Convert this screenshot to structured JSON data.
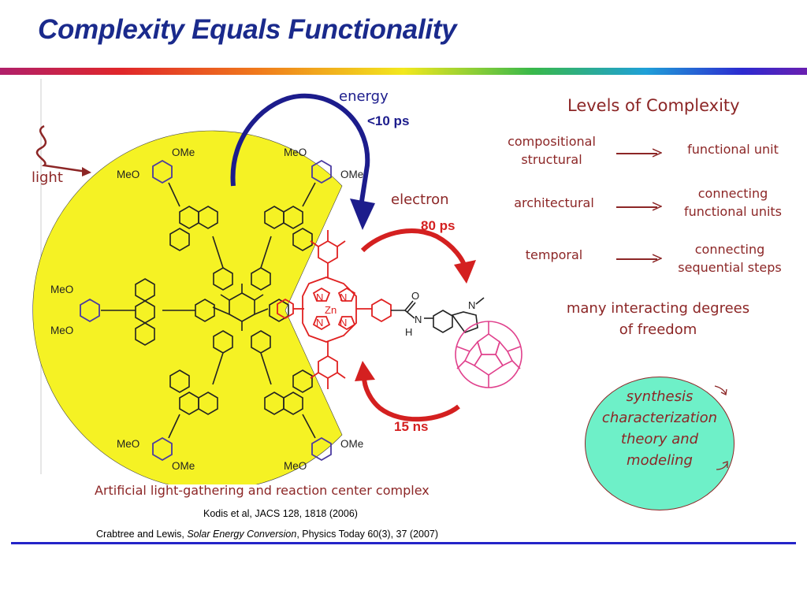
{
  "slide": {
    "title": "Complexity Equals Functionality"
  },
  "figure": {
    "light_label": "light",
    "energy_label": "energy",
    "energy_rate": "<10 ps",
    "electron_label": "electron",
    "electron_rate": "80 ps",
    "back_rate": "15 ns",
    "caption": "Artificial light-gathering and reaction center complex",
    "molecule_labels": {
      "ome": "OMe",
      "meo": "MeO",
      "zn": "Zn",
      "n": "N",
      "o": "O",
      "h": "H"
    },
    "colors": {
      "antenna_fill": "#f5f224",
      "energy_arrow": "#1c1c8c",
      "electron_arrow": "#d42020",
      "porphyrin": "#e02020",
      "fullerene": "#e0408c",
      "rate_text": "#d42020",
      "energy_rate_text": "#1c1c8c"
    }
  },
  "levels": {
    "heading": "Levels of Complexity",
    "rows": [
      {
        "left": "compositional\nstructural",
        "right": "functional unit"
      },
      {
        "left": "architectural",
        "right": "connecting\nfunctional units"
      },
      {
        "left": "temporal",
        "right": "connecting\nsequential steps"
      }
    ],
    "summary": "many interacting degrees\nof freedom"
  },
  "cycle": {
    "items": [
      "synthesis",
      "characterization",
      "theory and",
      "modeling"
    ]
  },
  "references": {
    "ref1": "Kodis et al, JACS 128, 1818 (2006)",
    "ref2_prefix": "Crabtree and Lewis, ",
    "ref2_italic": "Solar Energy Conversion",
    "ref2_suffix": ", Physics Today 60(3), 37 (2007)"
  }
}
